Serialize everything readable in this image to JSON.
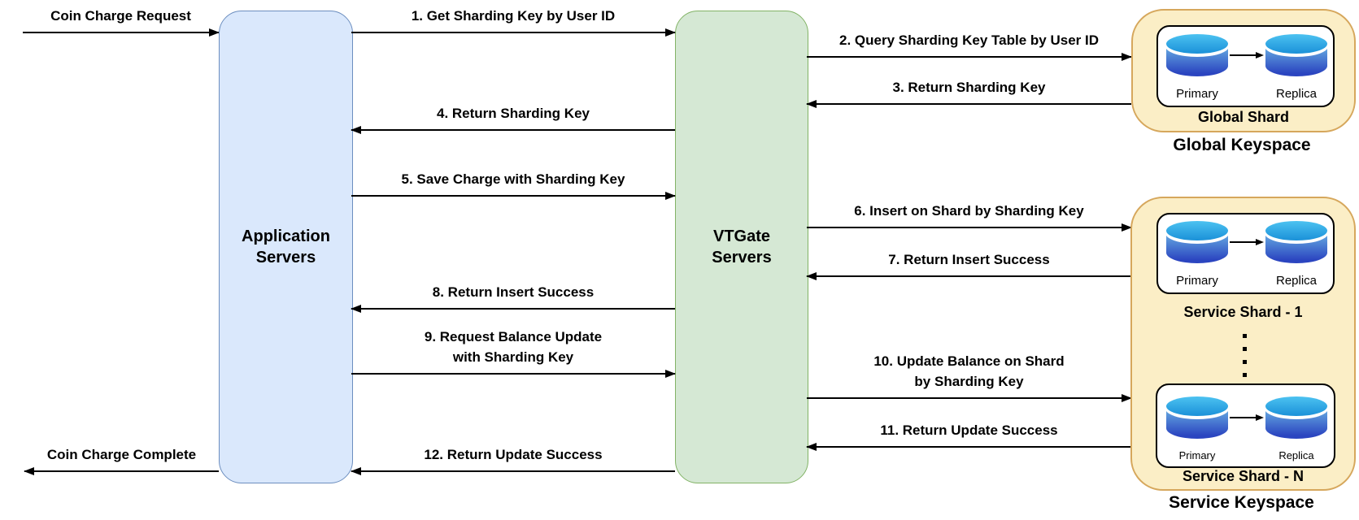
{
  "external": {
    "request": "Coin Charge Request",
    "complete": "Coin Charge Complete"
  },
  "nodes": {
    "app": "Application Servers",
    "vtgate": "VTGate Servers"
  },
  "messages": [
    {
      "label": "1. Get Sharding Key by User ID"
    },
    {
      "label": "2. Query Sharding Key Table by User ID"
    },
    {
      "label": "3. Return Sharding Key"
    },
    {
      "label": "4. Return Sharding Key"
    },
    {
      "label": "5. Save Charge with Sharding Key"
    },
    {
      "label": "6. Insert on Shard by Sharding Key"
    },
    {
      "label": "7. Return Insert Success"
    },
    {
      "label": "8. Return Insert Success"
    },
    {
      "label": "9. Request Balance Update",
      "label2": "with Sharding Key"
    },
    {
      "label": "10. Update Balance on Shard",
      "label2": "by Sharding Key"
    },
    {
      "label": "11. Return Update Success"
    },
    {
      "label": "12. Return Update Success"
    }
  ],
  "global_keyspace": {
    "title": "Global Keyspace",
    "shard": {
      "name": "Global Shard",
      "primary": "Primary",
      "replica": "Replica"
    }
  },
  "service_keyspace": {
    "title": "Service Keyspace",
    "shard_first": {
      "name": "Service Shard - 1",
      "primary": "Primary",
      "replica": "Replica"
    },
    "shard_last": {
      "name": "Service Shard - N",
      "primary": "Primary",
      "replica": "Replica"
    }
  },
  "colors": {
    "app_fill": "#dae8fc",
    "app_border": "#6c8ebf",
    "vtgate_fill": "#d5e8d4",
    "vtgate_border": "#82b366",
    "keyspace_fill": "#fbeec6",
    "keyspace_border": "#d6a75c",
    "db_top": "#4cc2f1",
    "db_bottom": "#2b45c0",
    "line": "#000000"
  }
}
